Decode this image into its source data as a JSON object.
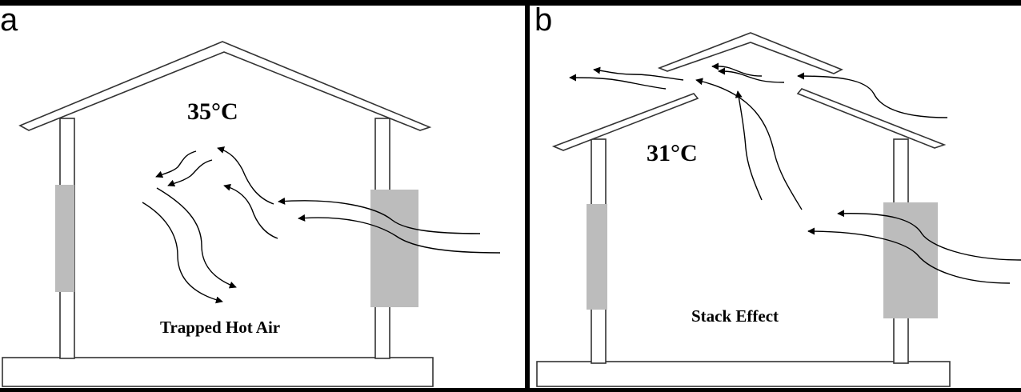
{
  "panels": {
    "a": {
      "letter": "a",
      "temperature": "35°C",
      "caption": "Trapped Hot Air"
    },
    "b": {
      "letter": "b",
      "temperature": "31°C",
      "caption": "Stack Effect"
    }
  },
  "colors": {
    "background": "#000000",
    "panel": "#ffffff",
    "window": "#bcbcbc",
    "stroke": "#333333"
  }
}
